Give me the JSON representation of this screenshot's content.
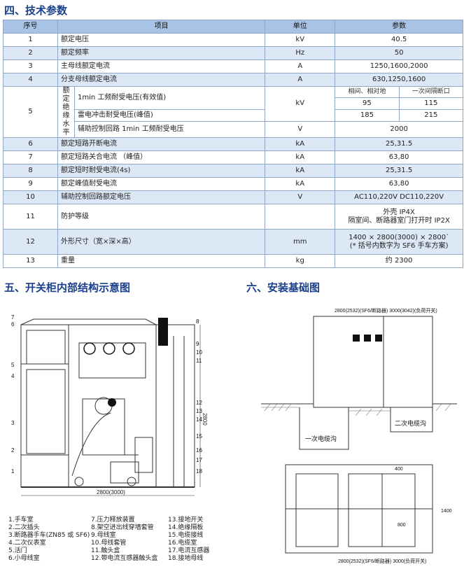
{
  "section4_title": "四、技术参数",
  "section5_title": "五、开关柜内部结构示意图",
  "section6_title": "六、安装基础图",
  "table": {
    "headers": [
      "序号",
      "项目",
      "单位",
      "参数"
    ],
    "rows": [
      {
        "no": "1",
        "item": "额定电压",
        "unit": "kV",
        "value": "40.5"
      },
      {
        "no": "2",
        "item": "额定频率",
        "unit": "Hz",
        "value": "50"
      },
      {
        "no": "3",
        "item": "主母线额定电流",
        "unit": "A",
        "value": "1250,1600,2000"
      },
      {
        "no": "4",
        "item": "分支母线额定电流",
        "unit": "A",
        "value": "630,1250,1600"
      },
      {
        "no": "6",
        "item": "额定短路开断电流",
        "unit": "kA",
        "value": "25,31.5"
      },
      {
        "no": "7",
        "item": "额定短路关合电流 （峰值）",
        "unit": "kA",
        "value": "63,80"
      },
      {
        "no": "8",
        "item": "额定短时耐受电流(4s)",
        "unit": "kA",
        "value": "25,31.5"
      },
      {
        "no": "9",
        "item": "额定峰值耐受电流",
        "unit": "kA",
        "value": "63,80"
      },
      {
        "no": "10",
        "item": "辅助控制回路额定电压",
        "unit": "V",
        "value": "AC110,220V  DC110,220V"
      },
      {
        "no": "13",
        "item": "重量",
        "unit": "kg",
        "value": "约 2300"
      }
    ],
    "row5": {
      "no": "5",
      "group": [
        "额定",
        "绝缘",
        "水平"
      ],
      "item1": "1min 工频耐受电压(有效值)",
      "item2": "雷电冲击耐受电压(峰值)",
      "item3": "辅助控制回路 1min 工频耐受电压",
      "unit12": "kV",
      "unit3": "V",
      "sub_head_a": "相间、相对地",
      "sub_head_b": "一次间隔断口",
      "v1a": "95",
      "v1b": "115",
      "v2a": "185",
      "v2b": "215",
      "v3": "2000"
    },
    "row11": {
      "no": "11",
      "item": "防护等级",
      "value1": "外壳 IP4X",
      "value2": "隔室间、断路器室门打开时 IP2X"
    },
    "row12": {
      "no": "12",
      "item": "外形尺寸（宽×深×高）",
      "unit": "mm",
      "value1": "1400 × 2800(3000) × 2800`",
      "value2": "(* 括号内数字为 SF6 手车方案)"
    }
  },
  "diagram_labels": {
    "dim_width": "2800(3000)",
    "dim_height": "2800",
    "numbers_left": [
      "7",
      "6",
      "5",
      "4",
      "3",
      "2",
      "1"
    ],
    "numbers_right": [
      "8",
      "9",
      "10",
      "11",
      "12",
      "13",
      "14",
      "15",
      "16",
      "17",
      "18"
    ]
  },
  "install_labels": {
    "top_dim": "2800(2532)(SF6/断路器) 3000(3042)(负荷开关)",
    "cable_trench_left": "一次电缆沟",
    "cable_trench_right": "二次电缆沟",
    "bottom_dim": "2800(2532)(SF6/断路器) 3000(负荷开关)",
    "dim_1400": "1400",
    "dim_800": "800",
    "dim_400": "400"
  },
  "legend": [
    [
      "1.手车室",
      "2.二次插头",
      "3.断路器手车(ZN85 或 SF6)",
      "4.二次仪表室",
      "5.活门",
      "6.小母线室"
    ],
    [
      "7.压力释放装置",
      "8.架空进出线穿墙套管",
      "9.母线室",
      "10.母线套管",
      "11.触头盒",
      "12.带电流互感器触头盒"
    ],
    [
      "13.接地开关",
      "14.绝缘隔板",
      "15.电缆接线",
      "16.电缆室",
      "17.电流互感器",
      "18.接地母线"
    ]
  ],
  "colors": {
    "header": "#a9c3e6",
    "zebra": "#dde8f6",
    "title": "#1a3f8c",
    "border": "#8fa6c7"
  }
}
